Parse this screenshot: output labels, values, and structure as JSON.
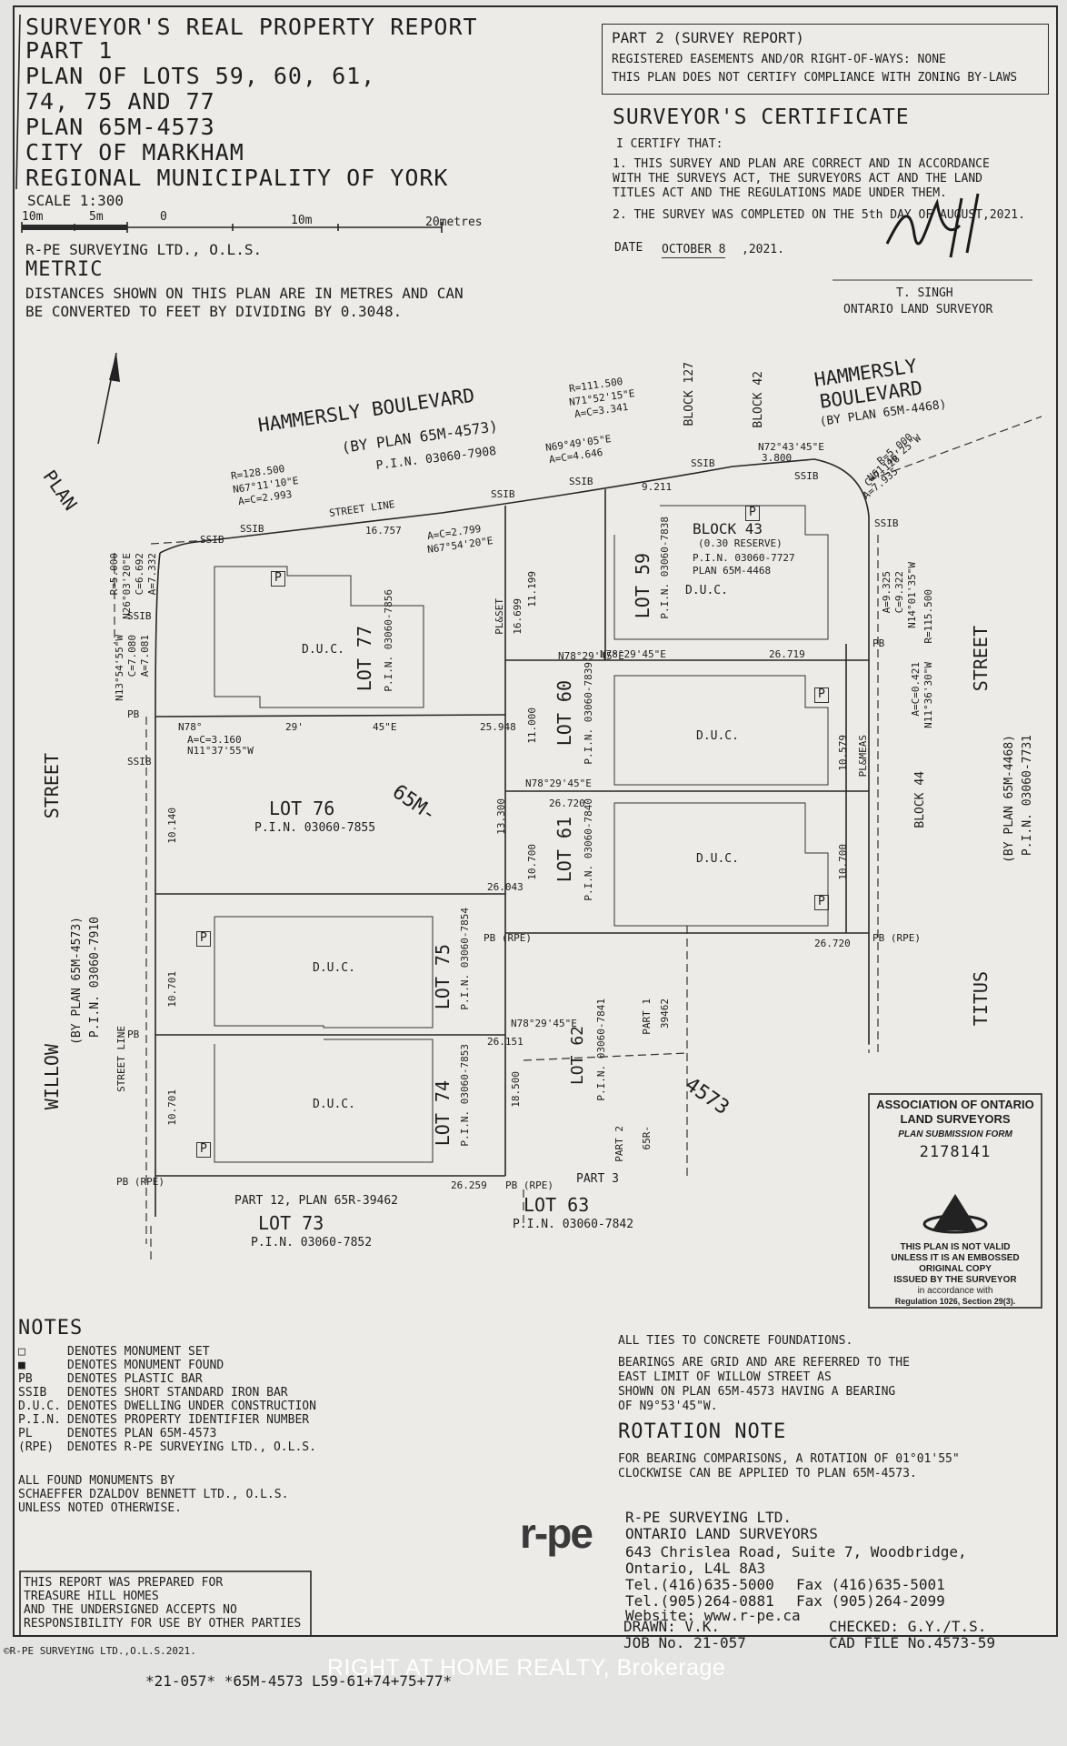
{
  "header": {
    "title_lines": [
      "SURVEYOR'S REAL PROPERTY REPORT",
      "PART 1",
      "PLAN OF LOTS 59, 60, 61,",
      "74, 75 AND 77",
      "PLAN 65M-4573",
      "CITY OF MARKHAM",
      "REGIONAL MUNICIPALITY OF YORK"
    ],
    "scale": "SCALE  1:300",
    "scale_ticks": [
      "10m",
      "5m",
      "0",
      "10m",
      "20metres"
    ],
    "firm": "R-PE SURVEYING LTD., O.L.S.",
    "metric": "METRIC",
    "metric_note": [
      "DISTANCES SHOWN ON THIS PLAN ARE IN METRES AND CAN",
      "BE CONVERTED TO FEET BY DIVIDING BY 0.3048."
    ]
  },
  "part2": {
    "title": "PART 2 (SURVEY REPORT)",
    "lines": [
      "REGISTERED EASEMENTS AND/OR RIGHT-OF-WAYS: NONE",
      "THIS PLAN DOES NOT CERTIFY COMPLIANCE WITH ZONING BY-LAWS"
    ]
  },
  "certificate": {
    "title": "SURVEYOR'S CERTIFICATE",
    "intro": "I CERTIFY THAT:",
    "items": [
      "1. THIS SURVEY AND PLAN ARE CORRECT AND IN ACCORDANCE",
      "   WITH THE SURVEYS ACT, THE SURVEYORS ACT AND THE LAND",
      "   TITLES ACT AND THE REGULATIONS MADE UNDER THEM.",
      "2. THE SURVEY WAS COMPLETED ON THE  5th  DAY OF AUGUST,2021."
    ],
    "date_label": "DATE",
    "date_value": "OCTOBER 8",
    "date_year": ",2021.",
    "signer": "T. SINGH",
    "signer_title": "ONTARIO LAND SURVEYOR"
  },
  "plan": {
    "roads": [
      "HAMMERSLY BOULEVARD",
      "(BY PLAN 65M-4573)",
      "P.I.N. 03060-7908",
      "HAMMERSLY",
      "BOULEVARD",
      "(BY PLAN 65M-4468)",
      "WILLOW",
      "STREET",
      "(BY PLAN 65M-4573)",
      "P.I.N. 03060-7910",
      "TITUS",
      "STREET",
      "(BY PLAN 65M-4468)",
      "P.I.N. 03060-7731",
      "PLAN",
      "65M-",
      "4573"
    ],
    "lots": [
      {
        "name": "LOT 77",
        "pin": "P.I.N. 03060-7856"
      },
      {
        "name": "LOT 76",
        "pin": "P.I.N. 03060-7855"
      },
      {
        "name": "LOT 75",
        "pin": "P.I.N. 03060-7854"
      },
      {
        "name": "LOT 74",
        "pin": "P.I.N. 03060-7853"
      },
      {
        "name": "LOT 73",
        "pin": "P.I.N. 03060-7852"
      },
      {
        "name": "LOT 59",
        "pin": "P.I.N. 03060-7838"
      },
      {
        "name": "LOT 60",
        "pin": "P.I.N. 03060-7839"
      },
      {
        "name": "LOT 61",
        "pin": "P.I.N. 03060-7840"
      },
      {
        "name": "LOT 62",
        "pin": "P.I.N. 03060-7841"
      },
      {
        "name": "LOT 63",
        "pin": "P.I.N. 03060-7842"
      }
    ],
    "blocks": [
      "BLOCK 43",
      "(0.30 RESERVE)",
      "P.I.N. 03060-7727",
      "PLAN 65M-4468",
      "BLOCK 44",
      "BLOCK 42",
      "BLOCK 127"
    ],
    "duc": "D.U.C.",
    "bearings": [
      "N78°29'45\"E",
      "N78°",
      "29'",
      "45\"E",
      "25.948",
      "26.043",
      "26.151",
      "26.259",
      "26.719",
      "26.720",
      "26.720",
      "16.757",
      "9.211",
      "3.800",
      "11.199",
      "16.699",
      "11.000",
      "13.300",
      "10.700",
      "10.701",
      "10.701",
      "10.140",
      "10.579",
      "10.700",
      "18.500",
      "R=128.500",
      "N67°11'10\"E",
      "A=C=2.993",
      "R=111.500",
      "N71°52'15\"E",
      "A=C=3.341",
      "N69°49'05\"E",
      "A=C=4.646",
      "A=C=2.799",
      "N67°54'20\"E",
      "R=5.000",
      "N26°03'20\"E",
      "C=6.692",
      "A=7.332",
      "N13°54'55\"W",
      "C=7.080",
      "A=7.081",
      "A=C=3.160",
      "N11°37'55\"W",
      "R=115.500",
      "A=9.325",
      "C=9.322",
      "N14°01'35\"W",
      "A=C=0.421",
      "N11°36'30\"W",
      "R=5.000",
      "N61°46'25\"W",
      "C=7.128",
      "A=7.935",
      "N72°43'45\"E"
    ],
    "parts": [
      "PART 12, PLAN 65R-39462",
      "PART 1",
      "PART 2",
      "PART 3",
      "65R-",
      "39462"
    ],
    "markers": [
      "SSIB",
      "PB",
      "PB (RPE)",
      "P",
      "STREET LINE",
      "PL&SET",
      "PL&MEAS"
    ]
  },
  "stamp": {
    "title": [
      "ASSOCIATION OF ONTARIO",
      "LAND SURVEYORS"
    ],
    "form": "PLAN SUBMISSION FORM",
    "number": "2178141",
    "notice": [
      "THIS PLAN IS NOT VALID",
      "UNLESS IT IS AN EMBOSSED",
      "ORIGINAL COPY",
      "ISSUED BY THE SURVEYOR",
      "in accordance with",
      "Regulation 1026, Section 29(3)."
    ]
  },
  "notes": {
    "title": "NOTES",
    "items": [
      {
        "key": "□",
        "text": "DENOTES MONUMENT SET"
      },
      {
        "key": "■",
        "text": "DENOTES MONUMENT FOUND"
      },
      {
        "key": "PB",
        "text": "DENOTES PLASTIC BAR"
      },
      {
        "key": "SSIB",
        "text": "DENOTES SHORT STANDARD IRON BAR"
      },
      {
        "key": "D.U.C.",
        "text": "DENOTES DWELLING UNDER CONSTRUCTION"
      },
      {
        "key": "P.I.N.",
        "text": "DENOTES PROPERTY IDENTIFIER NUMBER"
      },
      {
        "key": "PL",
        "text": "DENOTES PLAN 65M-4573"
      },
      {
        "key": "(RPE)",
        "text": "DENOTES R-PE SURVEYING LTD., O.L.S."
      }
    ],
    "monuments": [
      "ALL FOUND MONUMENTS BY",
      "SCHAEFFER DZALDOV BENNETT LTD., O.L.S.",
      "UNLESS NOTED OTHERWISE."
    ],
    "ties": "ALL TIES TO CONCRETE FOUNDATIONS.",
    "bearings_note": [
      "BEARINGS ARE GRID AND ARE REFERRED TO THE",
      "EAST LIMIT OF WILLOW STREET AS",
      "SHOWN ON PLAN 65M-4573 HAVING A BEARING",
      "OF N9°53'45\"W."
    ],
    "rotation_title": "ROTATION NOTE",
    "rotation_text": [
      "FOR BEARING COMPARISONS, A ROTATION OF 01°01'55\"",
      "CLOCKWISE CAN BE APPLIED TO PLAN 65M-4573."
    ]
  },
  "company": {
    "logo": "r-pe",
    "name": "R-PE SURVEYING LTD.",
    "lines": [
      "ONTARIO LAND SURVEYORS",
      "643 Chrislea Road, Suite 7, Woodbridge,",
      "Ontario, L4L 8A3"
    ],
    "tel1": "Tel.(416)635-5000",
    "fax1": "Fax (416)635-5001",
    "tel2": "Tel.(905)264-0881",
    "fax2": "Fax (905)264-2099",
    "website": "Website: www.r-pe.ca",
    "drawn": "DRAWN:  V.K.",
    "checked": "CHECKED: G.Y./T.S.",
    "job": "JOB No. 21-057",
    "cad": "CAD FILE No.4573-59"
  },
  "prepared_for": [
    "THIS REPORT WAS PREPARED FOR",
    "TREASURE HILL HOMES",
    "AND THE UNDERSIGNED ACCEPTS NO",
    "RESPONSIBILITY FOR USE BY OTHER PARTIES"
  ],
  "copyright": "©R-PE SURVEYING LTD.,O.L.S.2021.",
  "footer_code": "*21-057* *65M-4573 L59-61+74+75+77*",
  "watermark": "RIGHT AT HOME REALTY, Brokerage"
}
